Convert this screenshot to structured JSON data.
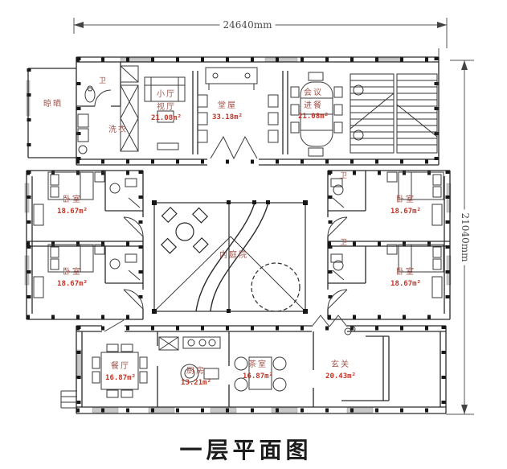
{
  "title": "一层平面图",
  "dimensions": {
    "top": "24640mm",
    "right": "21040mm"
  },
  "palette": {
    "wall_line": "#2a2a2a",
    "label_red": "#a1554d",
    "area_red": "#c13325",
    "dim_gray": "#4a4a4a",
    "title_black": "#1c1c1c",
    "window_gray": "#c8c8c8"
  },
  "rooms": {
    "bath_top": {
      "name": "卫"
    },
    "drying": {
      "name": "晾晒"
    },
    "laundry": {
      "name": "洗衣"
    },
    "small_hall": {
      "name": "小厅",
      "name2": "视厅",
      "area": "21.08m²"
    },
    "main_hall": {
      "name": "堂屋",
      "area": "33.18m²"
    },
    "meeting": {
      "name": "会议",
      "name2": "进餐",
      "area": "21.08m²"
    },
    "bedroom_nw": {
      "name": "卧室",
      "area": "18.67m²"
    },
    "bedroom_sw": {
      "name": "卧室",
      "area": "18.67m²"
    },
    "bedroom_ne": {
      "name": "卧室",
      "area": "18.67m²"
    },
    "bedroom_se": {
      "name": "卧室",
      "area": "18.67m²"
    },
    "bath_ne": {
      "name": "卫"
    },
    "bath_se": {
      "name": "卫"
    },
    "courtyard": {
      "name": "内庭院"
    },
    "dining": {
      "name": "餐厅",
      "area": "16.87m²"
    },
    "kitchen": {
      "name": "厨房",
      "area": "13.21m²"
    },
    "tea": {
      "name": "茶室",
      "area": "16.87m²"
    },
    "foyer": {
      "name": "玄关",
      "area": "20.43m²"
    }
  }
}
